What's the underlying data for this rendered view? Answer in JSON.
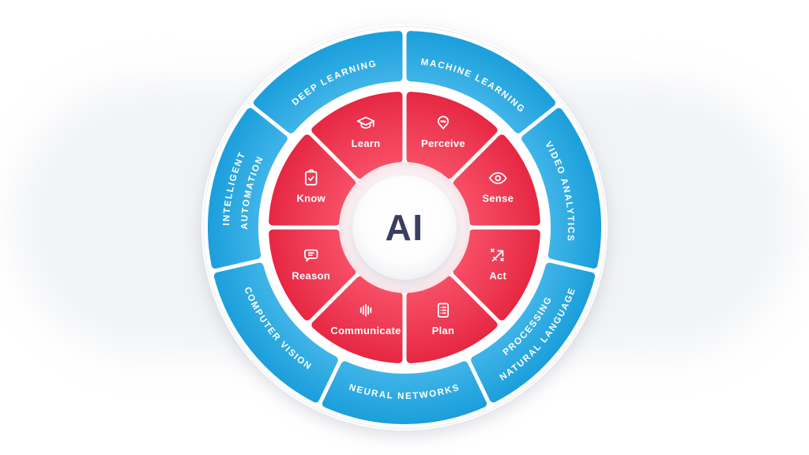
{
  "wheel": {
    "center": {
      "label": "AI",
      "text_color": "#3a3f5e",
      "circle_color": "#ffffff"
    },
    "inner_ring": {
      "color_inner": "#f75066",
      "color_mid": "#ee3a54",
      "color_outer": "#e62641",
      "label_color": "#ffffff",
      "segments": [
        {
          "label": "Perceive",
          "icon": "mind-bulb-icon"
        },
        {
          "label": "Sense",
          "icon": "eye-icon"
        },
        {
          "label": "Act",
          "icon": "tactics-arrow-icon"
        },
        {
          "label": "Plan",
          "icon": "checklist-doc-icon"
        },
        {
          "label": "Communicate",
          "icon": "soundwave-icon"
        },
        {
          "label": "Reason",
          "icon": "chat-bubble-icon"
        },
        {
          "label": "Know",
          "icon": "clipboard-check-icon"
        },
        {
          "label": "Learn",
          "icon": "graduation-cap-icon"
        }
      ]
    },
    "outer_ring": {
      "color_inner": "#45b8ea",
      "color_outer": "#1a9edb",
      "label_color": "#ffffff",
      "segments": [
        {
          "lines": [
            "MACHINE LEARNING"
          ],
          "orientation": "cw"
        },
        {
          "lines": [
            "VIDEO ANALYTICS"
          ],
          "orientation": "cw"
        },
        {
          "lines": [
            "NATURAL LANGUAGE",
            "PROCESSING"
          ],
          "orientation": "ccw"
        },
        {
          "lines": [
            "NEURAL NETWORKS"
          ],
          "orientation": "ccw"
        },
        {
          "lines": [
            "COMPUTER VISION"
          ],
          "orientation": "ccw"
        },
        {
          "lines": [
            "INTELLIGENT",
            "AUTOMATION"
          ],
          "orientation": "cw"
        },
        {
          "lines": [
            "DEEP LEARNING"
          ],
          "orientation": "cw"
        }
      ]
    }
  }
}
